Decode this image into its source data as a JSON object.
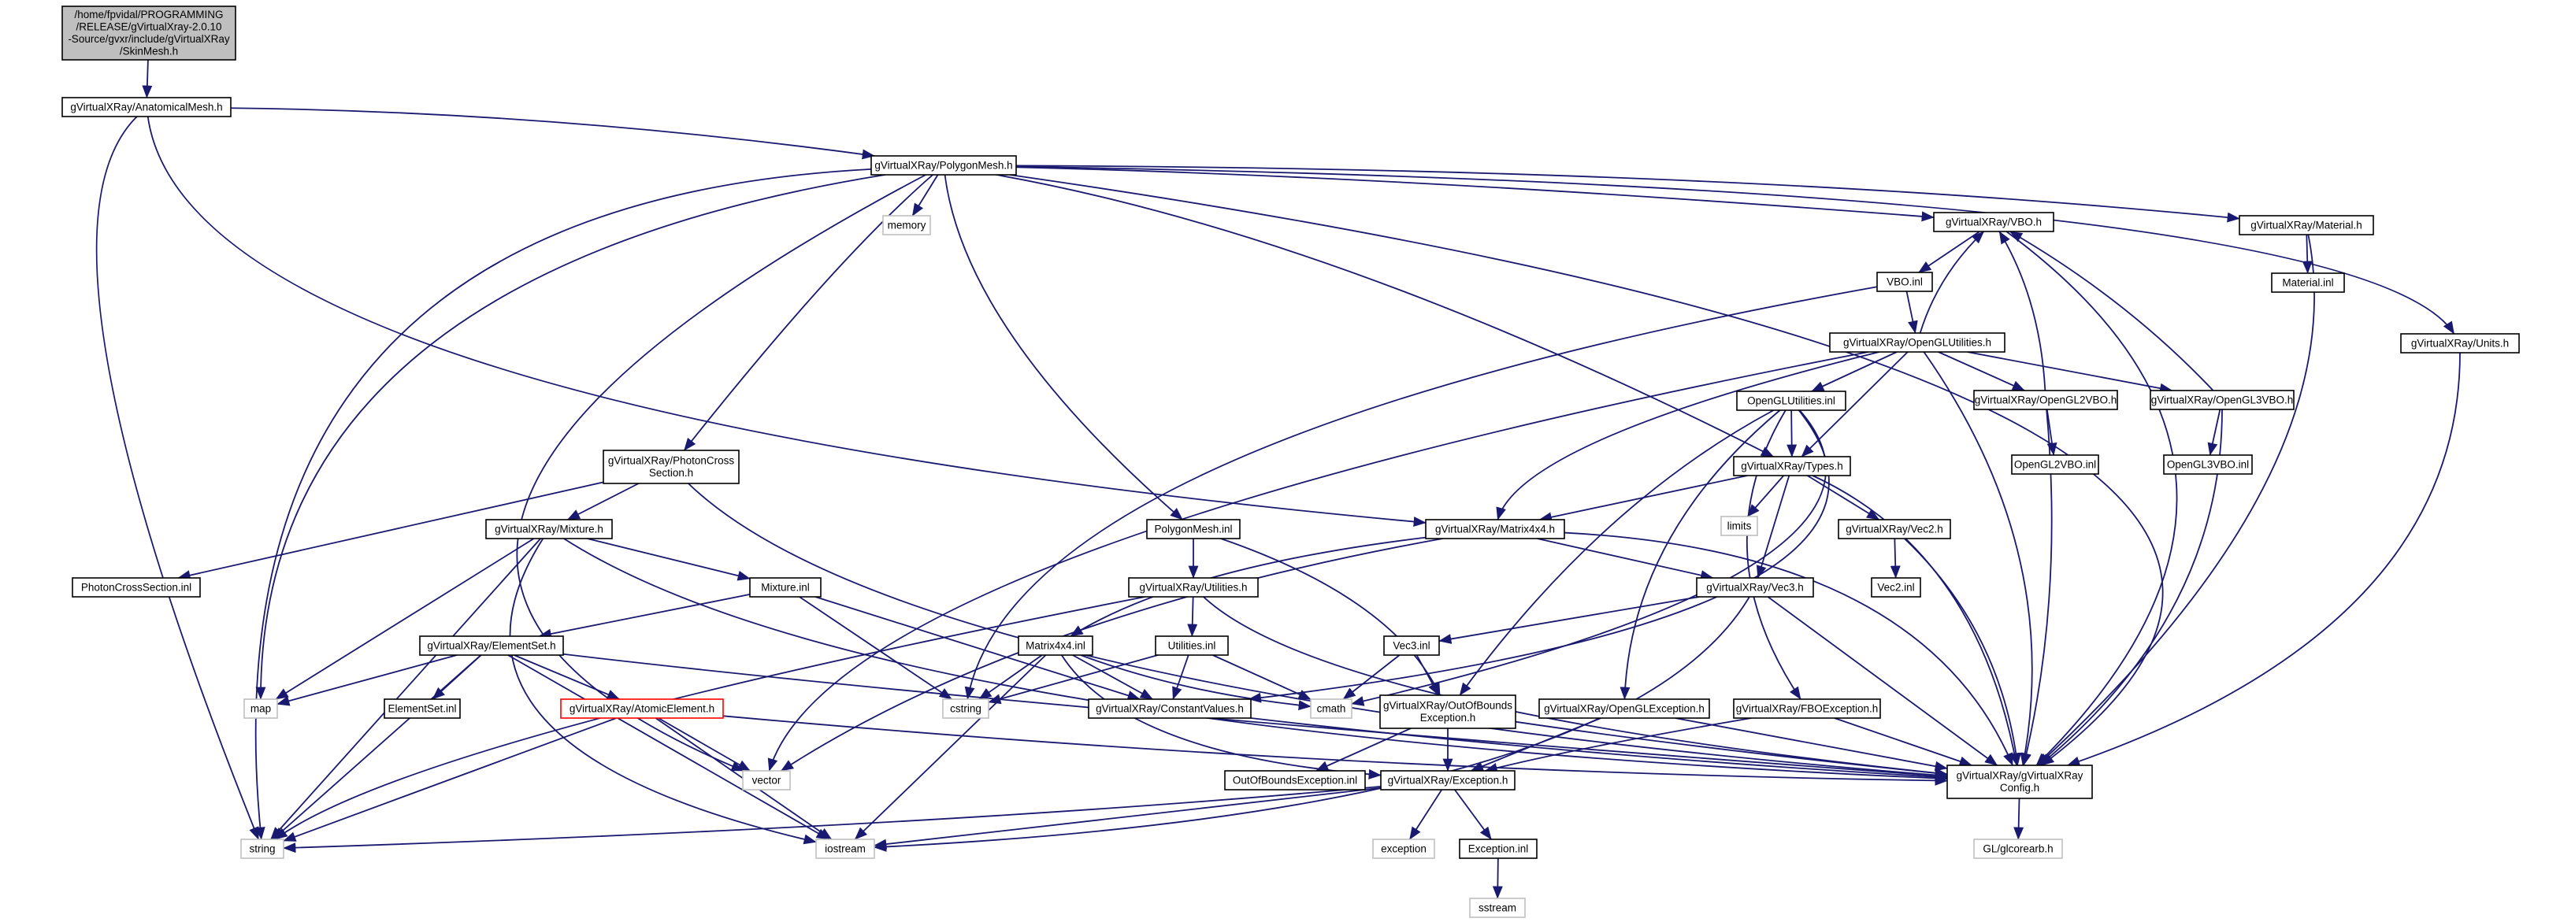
{
  "colors": {
    "edge": "#191970",
    "node_border": "#000000",
    "external_border": "#bfbfbf",
    "missing_border": "#ff0000",
    "root_fill": "#bfbfbf",
    "node_fill": "#ffffff"
  },
  "nodes": [
    {
      "id": "skinmesh",
      "kind": "root",
      "lines": [
        "/home/fpvidal/PROGRAMMING",
        "/RELEASE/gVirtualXray-2.0.10",
        "-Source/gvxr/include/gVirtualXRay",
        "/SkinMesh.h"
      ]
    },
    {
      "id": "anatomicalmesh",
      "kind": "normal",
      "lines": [
        "gVirtualXRay/AnatomicalMesh.h"
      ]
    },
    {
      "id": "polygonmesh_h",
      "kind": "normal",
      "lines": [
        "gVirtualXRay/PolygonMesh.h"
      ]
    },
    {
      "id": "memory",
      "kind": "external",
      "lines": [
        "memory"
      ]
    },
    {
      "id": "vbo_h",
      "kind": "normal",
      "lines": [
        "gVirtualXRay/VBO.h"
      ]
    },
    {
      "id": "material_h",
      "kind": "normal",
      "lines": [
        "gVirtualXRay/Material.h"
      ]
    },
    {
      "id": "material_inl",
      "kind": "normal",
      "lines": [
        "Material.inl"
      ]
    },
    {
      "id": "units_h",
      "kind": "normal",
      "lines": [
        "gVirtualXRay/Units.h"
      ]
    },
    {
      "id": "vbo_inl",
      "kind": "normal",
      "lines": [
        "VBO.inl"
      ]
    },
    {
      "id": "openglutilities_h",
      "kind": "normal",
      "lines": [
        "gVirtualXRay/OpenGLUtilities.h"
      ]
    },
    {
      "id": "openglutilities_inl",
      "kind": "normal",
      "lines": [
        "OpenGLUtilities.inl"
      ]
    },
    {
      "id": "opengl2vbo_h",
      "kind": "normal",
      "lines": [
        "gVirtualXRay/OpenGL2VBO.h"
      ]
    },
    {
      "id": "opengl3vbo_h",
      "kind": "normal",
      "lines": [
        "gVirtualXRay/OpenGL3VBO.h"
      ]
    },
    {
      "id": "opengl2vbo_inl",
      "kind": "normal",
      "lines": [
        "OpenGL2VBO.inl"
      ]
    },
    {
      "id": "opengl3vbo_inl",
      "kind": "normal",
      "lines": [
        "OpenGL3VBO.inl"
      ]
    },
    {
      "id": "photoncross_h",
      "kind": "normal",
      "lines": [
        "gVirtualXRay/PhotonCross",
        "Section.h"
      ]
    },
    {
      "id": "types_h",
      "kind": "normal",
      "lines": [
        "gVirtualXRay/Types.h"
      ]
    },
    {
      "id": "limits",
      "kind": "external",
      "lines": [
        "limits"
      ]
    },
    {
      "id": "vec2_h",
      "kind": "normal",
      "lines": [
        "gVirtualXRay/Vec2.h"
      ]
    },
    {
      "id": "vec2_inl",
      "kind": "normal",
      "lines": [
        "Vec2.inl"
      ]
    },
    {
      "id": "mixture_h",
      "kind": "normal",
      "lines": [
        "gVirtualXRay/Mixture.h"
      ]
    },
    {
      "id": "polygonmesh_inl",
      "kind": "normal",
      "lines": [
        "PolygonMesh.inl"
      ]
    },
    {
      "id": "matrix4x4_h",
      "kind": "normal",
      "lines": [
        "gVirtualXRay/Matrix4x4.h"
      ]
    },
    {
      "id": "photoncross_inl",
      "kind": "normal",
      "lines": [
        "PhotonCrossSection.inl"
      ]
    },
    {
      "id": "mixture_inl",
      "kind": "normal",
      "lines": [
        "Mixture.inl"
      ]
    },
    {
      "id": "utilities_h",
      "kind": "normal",
      "lines": [
        "gVirtualXRay/Utilities.h"
      ]
    },
    {
      "id": "vec3_h",
      "kind": "normal",
      "lines": [
        "gVirtualXRay/Vec3.h"
      ]
    },
    {
      "id": "elementset_h",
      "kind": "normal",
      "lines": [
        "gVirtualXRay/ElementSet.h"
      ]
    },
    {
      "id": "matrix4x4_inl",
      "kind": "normal",
      "lines": [
        "Matrix4x4.inl"
      ]
    },
    {
      "id": "utilities_inl",
      "kind": "normal",
      "lines": [
        "Utilities.inl"
      ]
    },
    {
      "id": "vec3_inl",
      "kind": "normal",
      "lines": [
        "Vec3.inl"
      ]
    },
    {
      "id": "map",
      "kind": "external",
      "lines": [
        "map"
      ]
    },
    {
      "id": "elementset_inl",
      "kind": "normal",
      "lines": [
        "ElementSet.inl"
      ]
    },
    {
      "id": "atomicelement_h",
      "kind": "missing",
      "lines": [
        "gVirtualXRay/AtomicElement.h"
      ]
    },
    {
      "id": "cstring",
      "kind": "external",
      "lines": [
        "cstring"
      ]
    },
    {
      "id": "constantvalues_h",
      "kind": "normal",
      "lines": [
        "gVirtualXRay/ConstantValues.h"
      ]
    },
    {
      "id": "cmath",
      "kind": "external",
      "lines": [
        "cmath"
      ]
    },
    {
      "id": "outofbounds_h",
      "kind": "normal",
      "lines": [
        "gVirtualXRay/OutOfBounds",
        "Exception.h"
      ]
    },
    {
      "id": "openglexception_h",
      "kind": "normal",
      "lines": [
        "gVirtualXRay/OpenGLException.h"
      ]
    },
    {
      "id": "fboexception_h",
      "kind": "normal",
      "lines": [
        "gVirtualXRay/FBOException.h"
      ]
    },
    {
      "id": "vector",
      "kind": "external",
      "lines": [
        "vector"
      ]
    },
    {
      "id": "config_h",
      "kind": "normal",
      "lines": [
        "gVirtualXRay/gVirtualXRay",
        "Config.h"
      ]
    },
    {
      "id": "outofbounds_inl",
      "kind": "normal",
      "lines": [
        "OutOfBoundsException.inl"
      ]
    },
    {
      "id": "exception_h",
      "kind": "normal",
      "lines": [
        "gVirtualXRay/Exception.h"
      ]
    },
    {
      "id": "string",
      "kind": "external",
      "lines": [
        "string"
      ]
    },
    {
      "id": "iostream",
      "kind": "external",
      "lines": [
        "iostream"
      ]
    },
    {
      "id": "exception",
      "kind": "external",
      "lines": [
        "exception"
      ]
    },
    {
      "id": "exception_inl",
      "kind": "normal",
      "lines": [
        "Exception.inl"
      ]
    },
    {
      "id": "glcorearb",
      "kind": "external",
      "lines": [
        "GL/glcorearb.h"
      ]
    },
    {
      "id": "sstream",
      "kind": "external",
      "lines": [
        "sstream"
      ]
    }
  ]
}
